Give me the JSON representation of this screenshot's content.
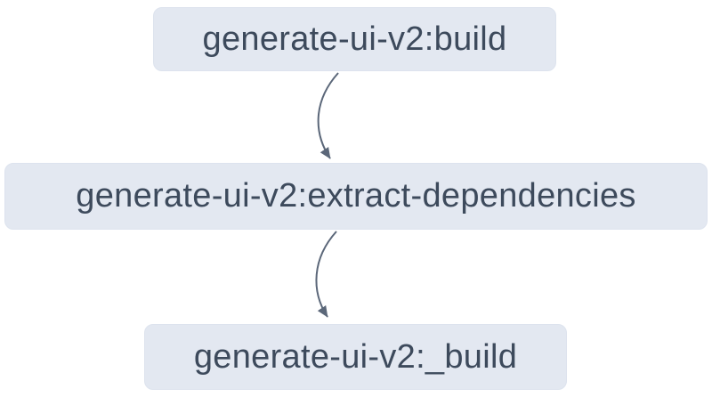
{
  "diagram": {
    "type": "task-dependency-graph",
    "nodes": [
      {
        "id": "build",
        "label": "generate-ui-v2:build"
      },
      {
        "id": "extract-dependencies",
        "label": "generate-ui-v2:extract-dependencies"
      },
      {
        "id": "_build",
        "label": "generate-ui-v2:_build"
      }
    ],
    "edges": [
      {
        "from": "generate-ui-v2:build",
        "to": "generate-ui-v2:extract-dependencies"
      },
      {
        "from": "generate-ui-v2:extract-dependencies",
        "to": "generate-ui-v2:_build"
      }
    ],
    "colors": {
      "node_background": "#e3e8f1",
      "node_border": "#dde3ee",
      "node_text": "#3d4a5c",
      "edge_stroke": "#5b6779",
      "canvas_background": "#ffffff"
    }
  }
}
